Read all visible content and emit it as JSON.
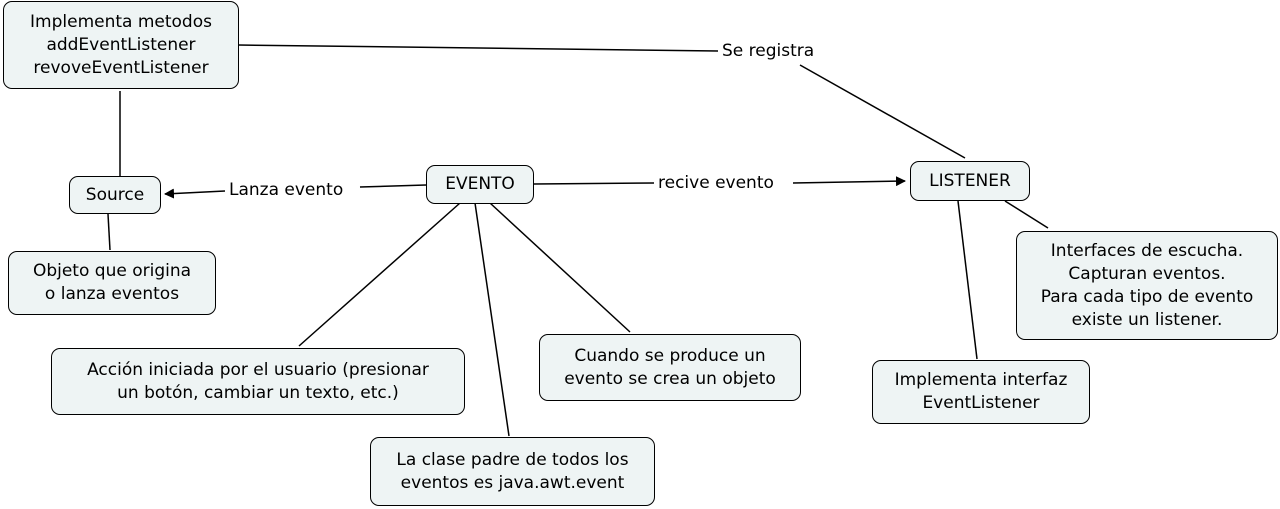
{
  "concept_map": {
    "nodes": {
      "implementa_metodos": "Implementa metodos\naddEventListener\nrevoveEventListener",
      "source": "Source",
      "objeto": "Objeto que origina\no lanza eventos",
      "evento": "EVENTO",
      "listener": "LISTENER",
      "interfaces": "Interfaces de escucha.\nCapturan eventos.\nPara cada tipo de evento\nexiste un listener.",
      "accion": "Acción iniciada por el usuario (presionar\nun botón, cambiar un texto, etc.)",
      "cuando": "Cuando se produce un\nevento se crea un objeto",
      "clase_padre": "La clase padre de todos los\neventos es java.awt.event",
      "implementa_interfaz": "Implementa interfaz\nEventListener"
    },
    "link_labels": {
      "se_registra": "Se registra",
      "lanza_evento": "Lanza evento",
      "recive_evento": "recive evento"
    },
    "colors": {
      "node_fill": "#eef4f4",
      "node_border": "#000000",
      "line": "#000000"
    }
  }
}
